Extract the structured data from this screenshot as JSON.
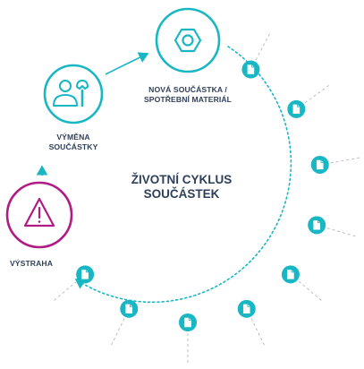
{
  "title": {
    "line1": "ŽIVOTNÍ CYKLUS",
    "line2": "SOUČÁSTEK"
  },
  "nodes": {
    "new_part": {
      "line1": "NOVÁ SOUČÁSTKA /",
      "line2": "SPOTŘEBNÍ MATERIÁL",
      "icon": "hex-nut-icon"
    },
    "replacement": {
      "line1": "VÝMĚNA",
      "line2": "SOUČÁSTKY",
      "icon": "person-wrench-icon"
    },
    "warning": {
      "line1": "VÝSTRAHA",
      "icon": "warning-triangle-icon"
    }
  },
  "document_markers": {
    "count": 9,
    "icon": "document-icon"
  },
  "colors": {
    "teal": "#19b6c4",
    "magenta": "#b01c84",
    "text": "#2e3f5a",
    "dash": "#b8bec8",
    "background": "#ffffff"
  }
}
